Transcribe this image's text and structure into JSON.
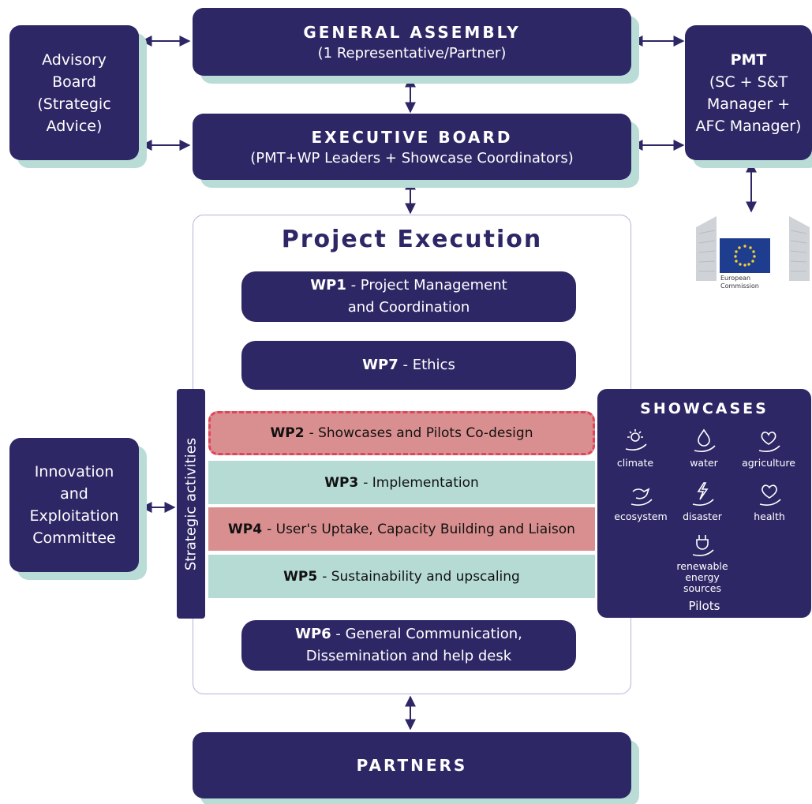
{
  "general_assembly": {
    "title": "GENERAL ASSEMBLY",
    "subtitle": "(1 Representative/Partner)"
  },
  "executive_board": {
    "title": "EXECUTIVE BOARD",
    "subtitle": "(PMT+WP Leaders + Showcase Coordinators)"
  },
  "advisory_board": {
    "lines": [
      "Advisory",
      "Board",
      "(Strategic",
      "Advice)"
    ]
  },
  "pmt": {
    "lines": [
      "PMT",
      "(SC + S&T",
      "Manager +",
      "AFC Manager)"
    ]
  },
  "european_commission": {
    "lines": [
      "European",
      "Commission"
    ]
  },
  "project_execution": {
    "title": "Project Execution"
  },
  "wp1": {
    "code": "WP1",
    "label_line1": "- Project Management",
    "label_line2": "and Coordination"
  },
  "wp7": {
    "code": "WP7",
    "label": "- Ethics"
  },
  "wp2": {
    "code": "WP2",
    "label": "- Showcases and Pilots Co-design"
  },
  "wp3": {
    "code": "WP3",
    "label": "- Implementation"
  },
  "wp4": {
    "code": "WP4",
    "label": "- User's Uptake, Capacity Building and Liaison"
  },
  "wp5": {
    "code": "WP5",
    "label": "- Sustainability and upscaling"
  },
  "wp6": {
    "code": "WP6",
    "label_line1": "- General Communication,",
    "label_line2": "Dissemination and help desk"
  },
  "strategic_activities": "Strategic activities",
  "innovation_committee": {
    "lines": [
      "Innovation",
      "and",
      "Exploitation",
      "Committee"
    ]
  },
  "showcases": {
    "title": "SHOWCASES",
    "items": [
      {
        "label": "climate",
        "icon": "sun-hand-icon"
      },
      {
        "label": "water",
        "icon": "water-drop-hand-icon"
      },
      {
        "label": "agriculture",
        "icon": "leaf-heart-hand-icon"
      },
      {
        "label": "ecosystem",
        "icon": "bird-hand-icon"
      },
      {
        "label": "disaster",
        "icon": "lightning-hand-icon"
      },
      {
        "label": "health",
        "icon": "heart-hand-icon"
      },
      {
        "label": "renewable energy sources",
        "icon": "plug-hand-icon"
      }
    ],
    "renewable_line1": "renewable",
    "renewable_line2": "energy sources",
    "footer": "Pilots"
  },
  "partners": {
    "title": "PARTNERS"
  },
  "colors": {
    "navy": "#2e2766",
    "shadow": "#b9ddd6",
    "teal_band": "#b6dbd5",
    "pink_band": "#d98f8f",
    "highlight_border": "#e0435a"
  }
}
